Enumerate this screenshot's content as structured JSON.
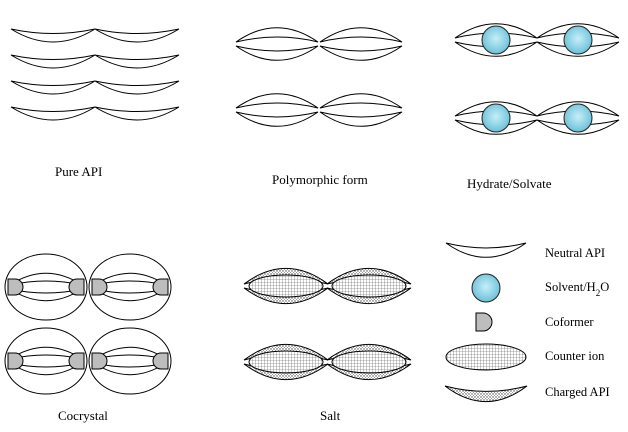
{
  "panels": {
    "pure_api": {
      "label": "Pure API"
    },
    "polymorphic": {
      "label": "Polymorphic form"
    },
    "hydrate": {
      "label": "Hydrate/Solvate"
    },
    "cocrystal": {
      "label": "Cocrystal"
    },
    "salt": {
      "label": "Salt"
    }
  },
  "legend": {
    "neutral_api": "Neutral API",
    "solvent_main": "Solvent/H",
    "solvent_sub": "2",
    "solvent_tail": "O",
    "coformer": "Coformer",
    "counter_ion": "Counter ion",
    "charged_api": "Charged API"
  },
  "colors": {
    "solvent_fill": "#8fd3e6",
    "coformer_fill": "#bdbdbd",
    "outline": "#000000"
  }
}
